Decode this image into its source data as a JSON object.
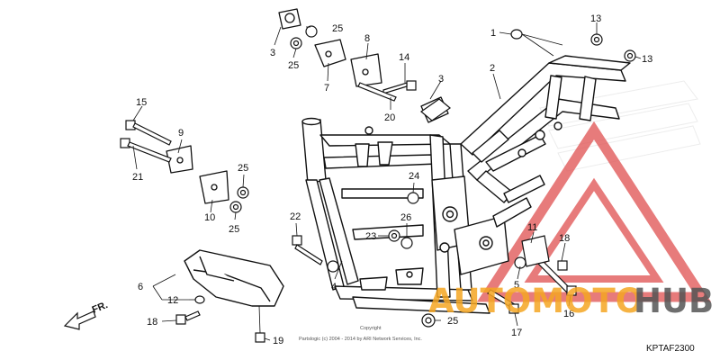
{
  "diagram": {
    "part_code": "KPTAF2300",
    "direction_label": "FR.",
    "copyright_line1": "Copyright",
    "copyright_line2": "Partslogic (c) 2004 - 2014 by ARI Network Services, Inc.",
    "watermark": {
      "brand_left": "AUTOMOTO",
      "brand_right": "HUB",
      "color_orange": "#f5a623",
      "color_dark": "#555555",
      "color_red": "#e05050"
    },
    "callouts": [
      {
        "id": "c1",
        "label": "1"
      },
      {
        "id": "c2",
        "label": "2"
      },
      {
        "id": "c3a",
        "label": "3"
      },
      {
        "id": "c3b",
        "label": "3"
      },
      {
        "id": "c4",
        "label": "4"
      },
      {
        "id": "c5",
        "label": "5"
      },
      {
        "id": "c6",
        "label": "6"
      },
      {
        "id": "c7",
        "label": "7"
      },
      {
        "id": "c8",
        "label": "8"
      },
      {
        "id": "c9",
        "label": "9"
      },
      {
        "id": "c10",
        "label": "10"
      },
      {
        "id": "c11",
        "label": "11"
      },
      {
        "id": "c12",
        "label": "12"
      },
      {
        "id": "c13a",
        "label": "13"
      },
      {
        "id": "c13b",
        "label": "13"
      },
      {
        "id": "c14",
        "label": "14"
      },
      {
        "id": "c15",
        "label": "15"
      },
      {
        "id": "c16",
        "label": "16"
      },
      {
        "id": "c17",
        "label": "17"
      },
      {
        "id": "c18a",
        "label": "18"
      },
      {
        "id": "c18b",
        "label": "18"
      },
      {
        "id": "c19",
        "label": "19"
      },
      {
        "id": "c20",
        "label": "20"
      },
      {
        "id": "c21",
        "label": "21"
      },
      {
        "id": "c22",
        "label": "22"
      },
      {
        "id": "c23",
        "label": "23"
      },
      {
        "id": "c24",
        "label": "24"
      },
      {
        "id": "c25a",
        "label": "25"
      },
      {
        "id": "c25b",
        "label": "25"
      },
      {
        "id": "c25c",
        "label": "25"
      },
      {
        "id": "c25d",
        "label": "25"
      },
      {
        "id": "c25e",
        "label": "25"
      },
      {
        "id": "c26",
        "label": "26"
      }
    ]
  }
}
